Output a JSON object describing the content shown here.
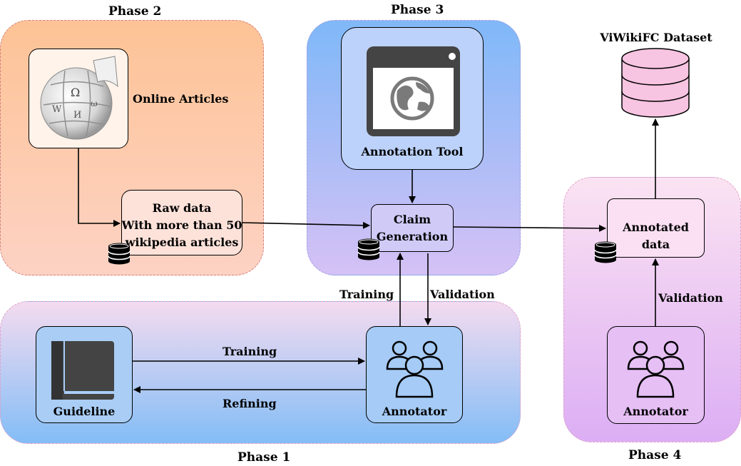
{
  "phases": {
    "p1": "Phase 1",
    "p2": "Phase 2",
    "p3": "Phase 3",
    "p4": "Phase 4"
  },
  "nodes": {
    "online_articles": "Online Articles",
    "raw_data_line1": "Raw data",
    "raw_data_line2": "With more than 50",
    "raw_data_line3": "wikipedia articles",
    "annotation_tool": "Annotation Tool",
    "claim_line1": "Claim",
    "claim_line2": "Generation",
    "dataset": "ViWikiFC Dataset",
    "annotated_data": "Annotated data",
    "guideline": "Guideline",
    "annotator_p1": "Annotator",
    "annotator_p4": "Annotator"
  },
  "edges": {
    "training_up": "Training",
    "validation_down": "Validation",
    "training_right": "Training",
    "refining_left": "Refining",
    "validation_p4": "Validation"
  },
  "colors": {
    "phase1": "#9cc4f3",
    "phase2": "#fbc79c",
    "phase3": "#9fb6f8",
    "phase4": "#f0c6f1",
    "dataset_fill": "#f7c4e1"
  }
}
